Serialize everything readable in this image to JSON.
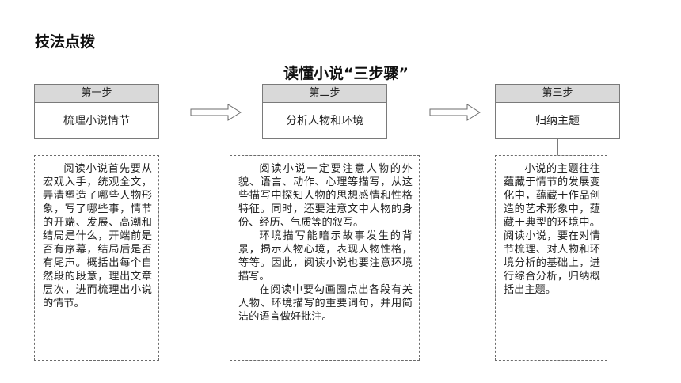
{
  "section_title": "技法点拨",
  "main_title": "读懂小说“三步骤”",
  "steps": [
    {
      "label": "第一步",
      "name": "梳理小说情节",
      "paragraphs": [
        "阅读小说首先要从宏观入手，统观全文，弄清塑造了哪些人物形象，写了哪些事，情节的开端、发展、高潮和结局是什么，开端前是否有序幕，结局后是否有尾声。概括出每个自然段的段意，理出文章层次，进而梳理出小说的情节。"
      ]
    },
    {
      "label": "第二步",
      "name": "分析人物和环境",
      "paragraphs": [
        "阅读小说一定要注意人物的外貌、语言、动作、心理等描写，从这些描写中探知人物的思想感情和性格特征。同时，还要注意文中人物的身份、经历、气质等的叙写。",
        "环境描写能暗示故事发生的背景，揭示人物心境，表现人物性格，等等。因此，阅读小说也要注意环境描写。",
        "在阅读中要勾画圈点出各段有关人物、环境描写的重要词句，并用简洁的语言做好批注。"
      ]
    },
    {
      "label": "第三步",
      "name": "归纳主题",
      "paragraphs": [
        "小说的主题往往蕴藏于情节的发展变化中，蕴藏于作品创造的艺术形象中，蕴藏于典型的环境中。阅读小说，要在对情节梳理、对人物和环境分析的基础上，进行综合分析，归纳概括出主题。"
      ]
    }
  ],
  "colors": {
    "step_header_bg": "#d9d9d9",
    "border": "#7a7a7a"
  }
}
